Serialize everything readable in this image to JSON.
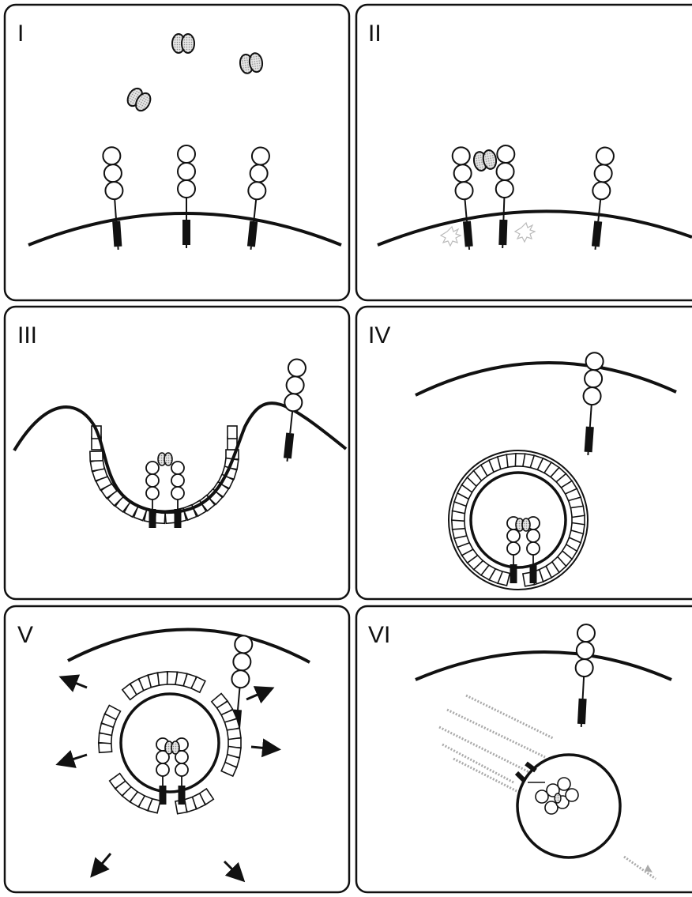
{
  "panels": [
    {
      "label": "I"
    },
    {
      "label": "II"
    },
    {
      "label": "III"
    },
    {
      "label": "IV"
    },
    {
      "label": "V"
    },
    {
      "label": "VI"
    }
  ],
  "colors": {
    "line": "#111111",
    "ligand_fill": "#c8c8c8",
    "panel_border": "#111111",
    "background": "#ffffff"
  }
}
